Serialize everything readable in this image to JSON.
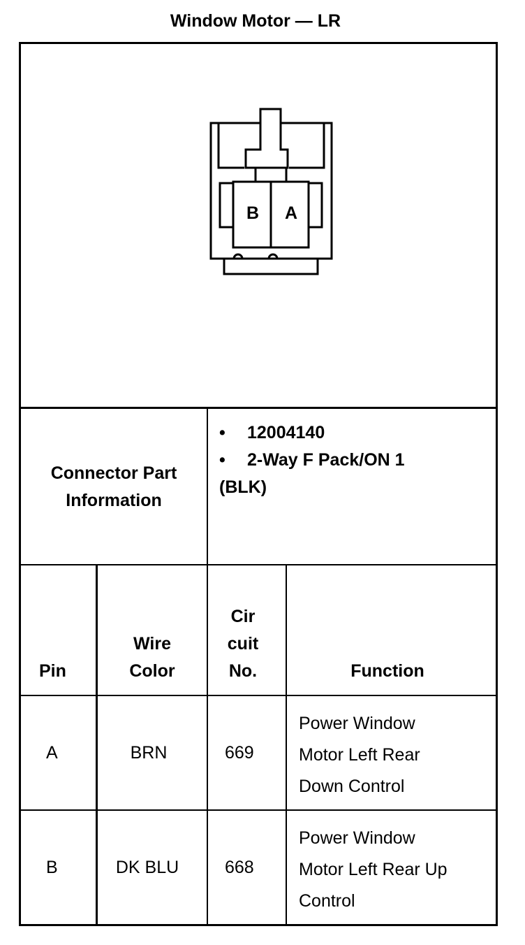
{
  "title": "Window Motor — LR",
  "connector": {
    "pins": [
      "B",
      "A"
    ]
  },
  "part_info": {
    "label": [
      "Connector Part",
      "Information"
    ],
    "bullets": [
      "12004140",
      "2-Way F Pack/ON 1"
    ],
    "continuation": "(BLK)"
  },
  "table": {
    "headers": {
      "pin": "Pin",
      "wire_color": [
        "Wire",
        "Color"
      ],
      "circuit_no": [
        "Cir",
        "cuit",
        "No."
      ],
      "function": "Function"
    },
    "rows": [
      {
        "pin": "A",
        "wire_color": "BRN",
        "circuit_no": "669",
        "function": [
          "Power Window",
          "Motor Left Rear",
          "Down Control"
        ]
      },
      {
        "pin": "B",
        "wire_color": "DK BLU",
        "circuit_no": "668",
        "function": [
          "Power Window",
          "Motor Left Rear Up",
          "Control"
        ]
      }
    ]
  }
}
